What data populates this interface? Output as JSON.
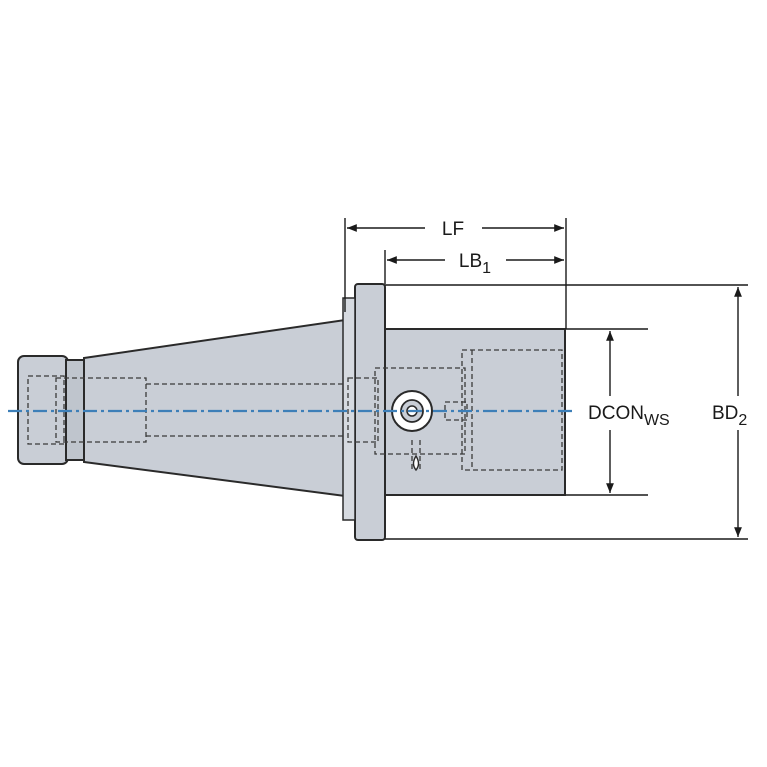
{
  "colors": {
    "body_fill": "#c9ced6",
    "body_dark": "#aeb4bd",
    "outline": "#2a2a2a",
    "hidden_line": "#3a3a3a",
    "centerline": "#3d7fb8",
    "dimension": "#1a1a1a"
  },
  "dimensions": {
    "lf": {
      "label": "LF"
    },
    "lb1": {
      "label": "LB",
      "sub": "1"
    },
    "dcon_ws": {
      "label": "DCON",
      "sub": "WS"
    },
    "bd2": {
      "label": "BD",
      "sub": "2"
    }
  }
}
